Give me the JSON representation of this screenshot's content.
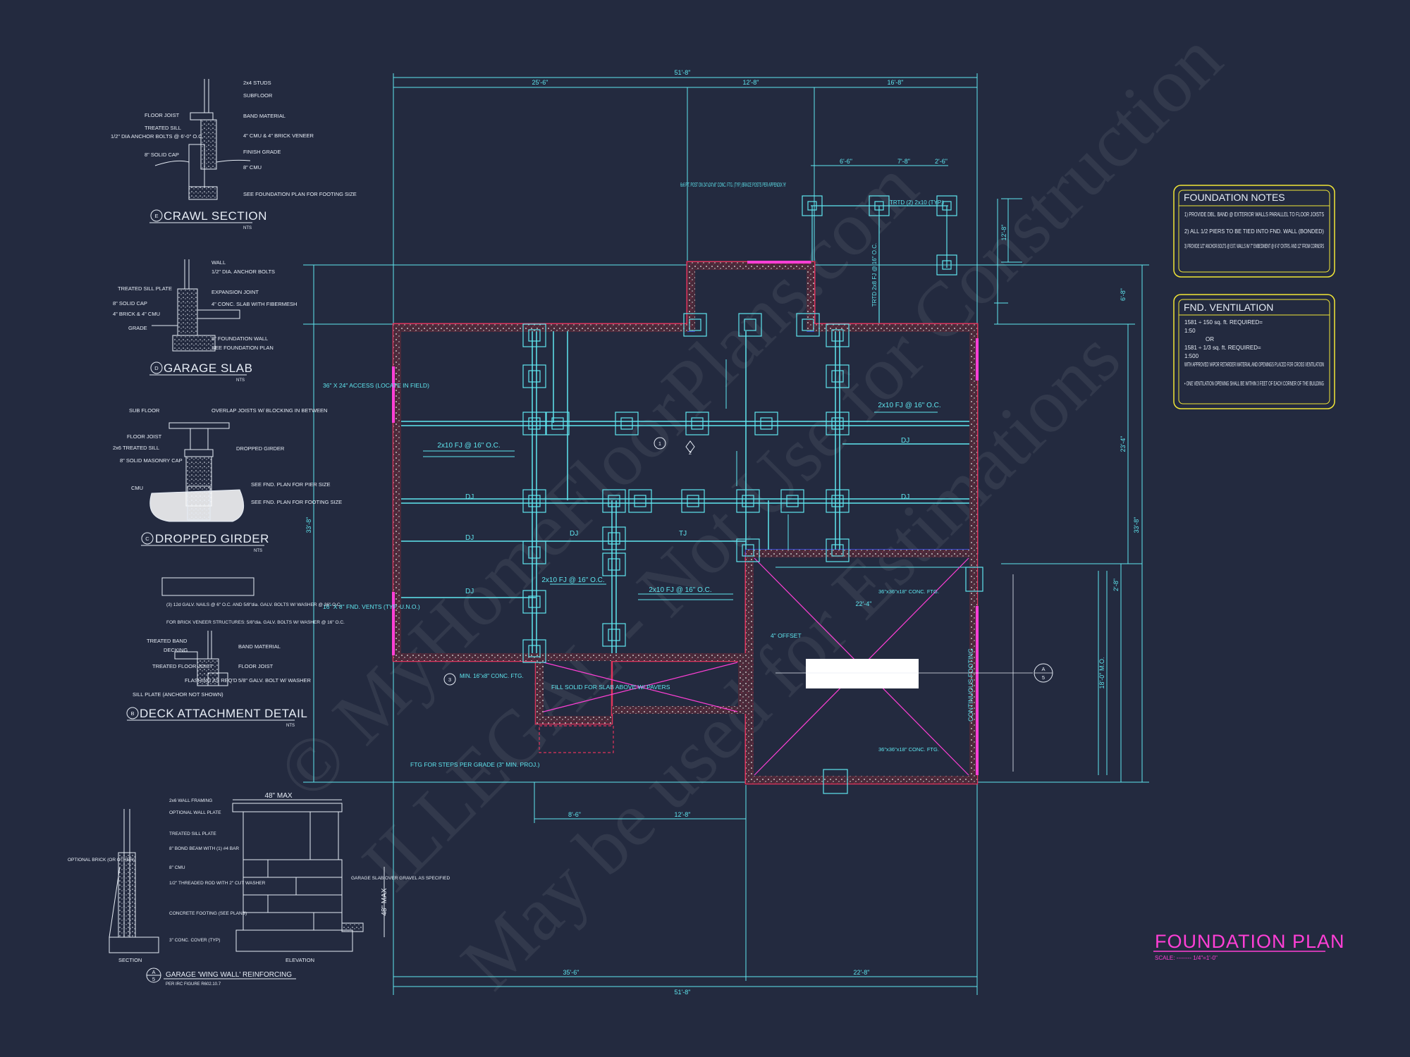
{
  "sheet_title": "FOUNDATION PLAN",
  "scale_label": "SCALE: -------- 1/4\"=1'-0\"",
  "colors": {
    "background": "#232a3f",
    "dimension": "#5fe6ef",
    "wall": "#e0345c",
    "title": "#ff3fd6",
    "note_box": "#f2e637",
    "detail_ink": "#e6ecf5"
  },
  "overall_dims": {
    "top_total": "51'-8\"",
    "top_segments": [
      "25'-6\"",
      "12'-8\"",
      "16'-8\""
    ],
    "porch_segments": [
      "6'-6\"",
      "7'-8\"",
      "2'-6\""
    ],
    "bottom_total": "51'-8\"",
    "bottom_segments": [
      "35'-6\"",
      "22'-8\""
    ],
    "lower_segments": [
      "8'-6\"",
      "12'-8\""
    ],
    "left_total": "33'-8\"",
    "right_total": "33'-8\"",
    "right_segments": [
      "6'-8\"",
      "23'-4\"",
      "12'-8\""
    ],
    "garage_dims": [
      "22'-4\"",
      "18'-0\" M.O.",
      "2'-8\""
    ]
  },
  "plan_labels": {
    "post_note": "6x6 P.T. POST ON 24\"x24\"x8\" CONC. FTG. (TYP.) BRACE POSTS PER APPENDIX 'H'",
    "trtd": "TRTD (2) 2x10 (TYP.)",
    "trtd_joist": "TRTD 2x8 FJ @ 16\" O.C.",
    "access": "36\" X 24\" ACCESS (LOCATE IN FIELD)",
    "joist_1": "2x10 FJ @ 16\" O.C.",
    "joist_2": "2x10 FJ @ 16\" O.C.",
    "joist_3": "2x10 FJ @ 16\" O.C.",
    "joist_4": "2x10 FJ @ 16\" O.C.",
    "vents": "16\" X 8\" FND. VENTS (TYP. U.N.O.)",
    "min_ftg": "MIN. 16\"x8\" CONC. FTG.",
    "fill_solid": "FILL SOLID FOR SLAB ABOVE W/ PAVERS",
    "steps": "FTG FOR STEPS PER GRADE (3\" MIN. PROJ.)",
    "offset": "4\" OFFSET",
    "conc_ftg_1": "36\"x36\"x18\" CONC. FTG.",
    "conc_ftg_2": "36\"x36\"x18\" CONC. FTG.",
    "continuous": "CONTINUOUS FOOTING",
    "dj": "DJ",
    "tj": "TJ",
    "tag_1": "1",
    "tag_2": "2",
    "tag_3": "3",
    "section_tag": "A",
    "section_sheet": "5"
  },
  "detail_titles": {
    "crawl": "CRAWL SECTION",
    "crawl_letter": "E",
    "garage_slab": "GARAGE SLAB",
    "garage_slab_letter": "D",
    "dropped_girder": "DROPPED GIRDER",
    "dropped_girder_letter": "C",
    "deck": "DECK ATTACHMENT DETAIL",
    "deck_letter": "B",
    "wing": "GARAGE 'WING WALL' REINFORCING",
    "wing_letter": "A",
    "wing_ref": "PER IRC FIGURE R602.10.7",
    "nts": "NTS"
  },
  "crawl_labels": [
    "2x4 STUDS",
    "SUBFLOOR",
    "FLOOR JOIST",
    "BAND MATERIAL",
    "TREATED SILL",
    "1/2\" DIA ANCHOR BOLTS @ 6'-0\" O.C.",
    "4\" CMU & 4\" BRICK VENEER",
    "8\" SOLID CAP",
    "FINISH GRADE",
    "8\" CMU",
    "SEE FOUNDATION PLAN FOR FOOTING SIZE"
  ],
  "slab_labels": [
    "WALL",
    "1/2\" DIA. ANCHOR BOLTS",
    "TREATED SILL PLATE",
    "EXPANSION JOINT",
    "8\" SOLID CAP",
    "4\" CONC. SLAB WITH FIBERMESH",
    "4\" BRICK & 4\" CMU",
    "GRADE",
    "8\" FOUNDATION WALL",
    "SEE FOUNDATION PLAN"
  ],
  "girder_labels": [
    "SUB FLOOR",
    "OVERLAP JOISTS W/ BLOCKING IN BETWEEN",
    "FLOOR JOIST",
    "2x6 TREATED SILL",
    "DROPPED GIRDER",
    "8\" SOLID MASONRY CAP",
    "CMU",
    "SEE FND. PLAN FOR PIER SIZE",
    "SEE FND. PLAN FOR FOOTING SIZE"
  ],
  "deck_labels": [
    "(3) 12d GALV. NAILS @ 6\" O.C. AND 5/8\"dia. GALV. BOLTS W/ WASHER @ 36\" O.C.",
    "FOR BRICK VENEER STRUCTURES: 5/8\"dia. GALV. BOLTS W/ WASHER @ 16\" O.C.",
    "TREATED BAND",
    "BAND MATERIAL",
    "DECKING",
    "TREATED FLOOR JOIST",
    "FLOOR JOIST",
    "FLASHING AS REQ'D",
    "5/8\" GALV. BOLT W/ WASHER",
    "SILL PLATE (ANCHOR NOT SHOWN)"
  ],
  "wing_labels": [
    "2x6 WALL FRAMING",
    "OPTIONAL WALL PLATE",
    "TREATED SILL PLATE",
    "8\" BOND BEAM WITH (1) #4 BAR",
    "8\" CMU",
    "1/2\" THREADED ROD WITH 2\" CUT WASHER",
    "CONCRETE FOOTING (SEE PLANS)",
    "3\" CONC. COVER (TYP)",
    "OPTIONAL BRICK (OR OTHER)",
    "GARAGE SLAB OVER GRAVEL AS SPECIFIED",
    "48\" MAX",
    "SECTION",
    "ELEVATION"
  ],
  "foundation_notes": {
    "title": "FOUNDATION NOTES",
    "items": [
      "1) PROVIDE DBL. BAND @ EXTERIOR WALLS PARALLEL TO FLOOR JOISTS",
      "2) ALL 1/2 PIERS TO BE TIED INTO FND. WALL (BONDED)",
      "3) PROVIDE 1/2\" ANCHOR BOLTS @ EXT. WALLS W/ 7\" EMBEDMENT @ 6'-0\" CNTRS. AND 12\" FROM CORNERS"
    ]
  },
  "ventilation_notes": {
    "title": "FND. VENTILATION",
    "items": [
      "1581 ÷ 150 sq. ft. REQUIRED=",
      "1:50",
      "OR",
      "1581 ÷ 1/3 sq. ft. REQUIRED=",
      "1:500",
      "WITH APPROVED VAPOR RETARDER MATERIAL AND OPENINGS PLACED FOR CROSS VENTILATION",
      "• ONE VENTILATION OPENING SHALL BE WITHIN 3 FEET OF EACH CORNER OF THE BUILDING"
    ]
  },
  "watermark": [
    "© MyHomeFloorPlans.com",
    "ILLEGAL - Not Use for Construction",
    "May be used for Estimations"
  ]
}
